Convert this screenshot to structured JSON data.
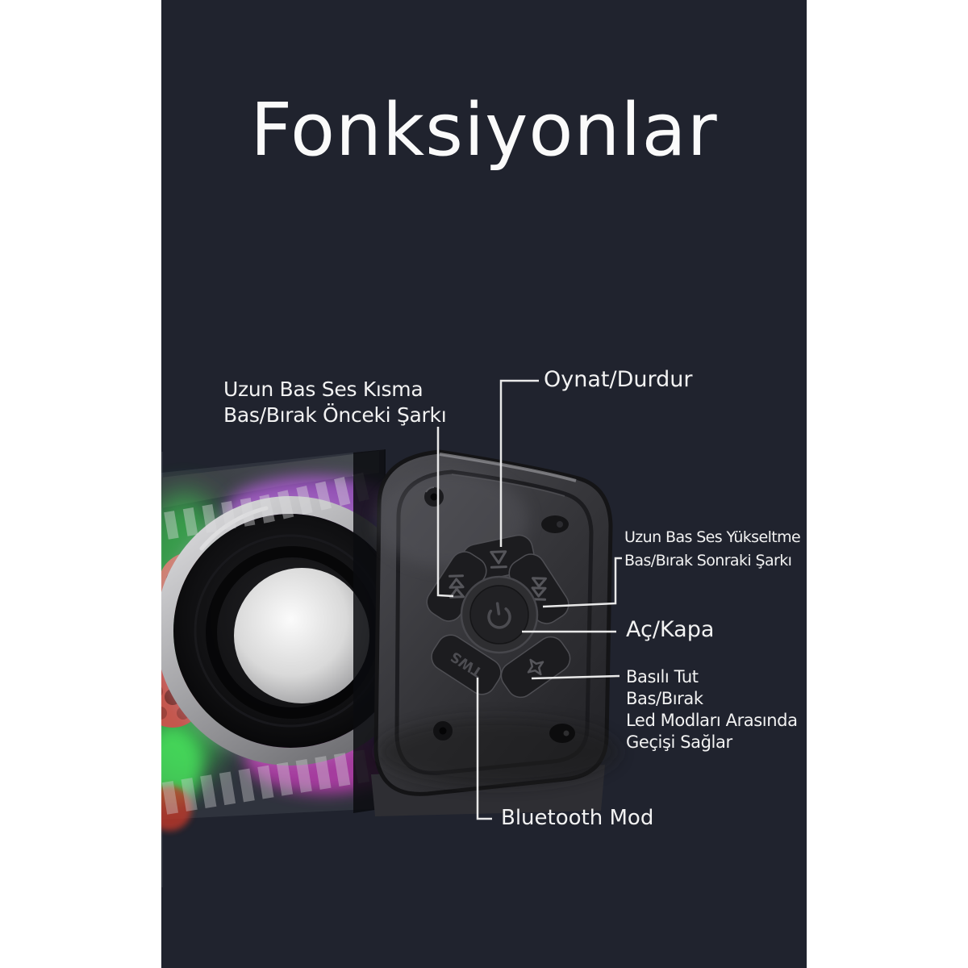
{
  "title": "Fonksiyonlar",
  "annotations": {
    "volume_down_prev": {
      "lines": [
        "Uzun Bas Ses Kısma",
        "Bas/Bırak Önceki Şarkı"
      ]
    },
    "play_pause": {
      "label": "Oynat/Durdur"
    },
    "volume_up_next": {
      "lines": [
        "Uzun Bas Ses Yükseltme",
        "Bas/Bırak Sonraki Şarkı"
      ]
    },
    "power": {
      "label": "Aç/Kapa"
    },
    "led_mode": {
      "lines": [
        "Basılı Tut",
        "Bas/Bırak",
        "Led Modları Arasında",
        "Geçişi Sağlar"
      ]
    },
    "bluetooth": {
      "label": "Bluetooth Mod"
    }
  },
  "speaker": {
    "tws_button_label": "TWS"
  },
  "colors": {
    "page_bg": "#ffffff",
    "panel_bg": "#20232e",
    "text": "#f2f2f2",
    "callout_line": "#e9e9e9",
    "led_green": "#3ed653",
    "led_purple": "#b75fe0",
    "led_blue": "#3b2bf0",
    "led_magenta": "#d83fc8",
    "gear_salmon": "#cf7f6d"
  }
}
